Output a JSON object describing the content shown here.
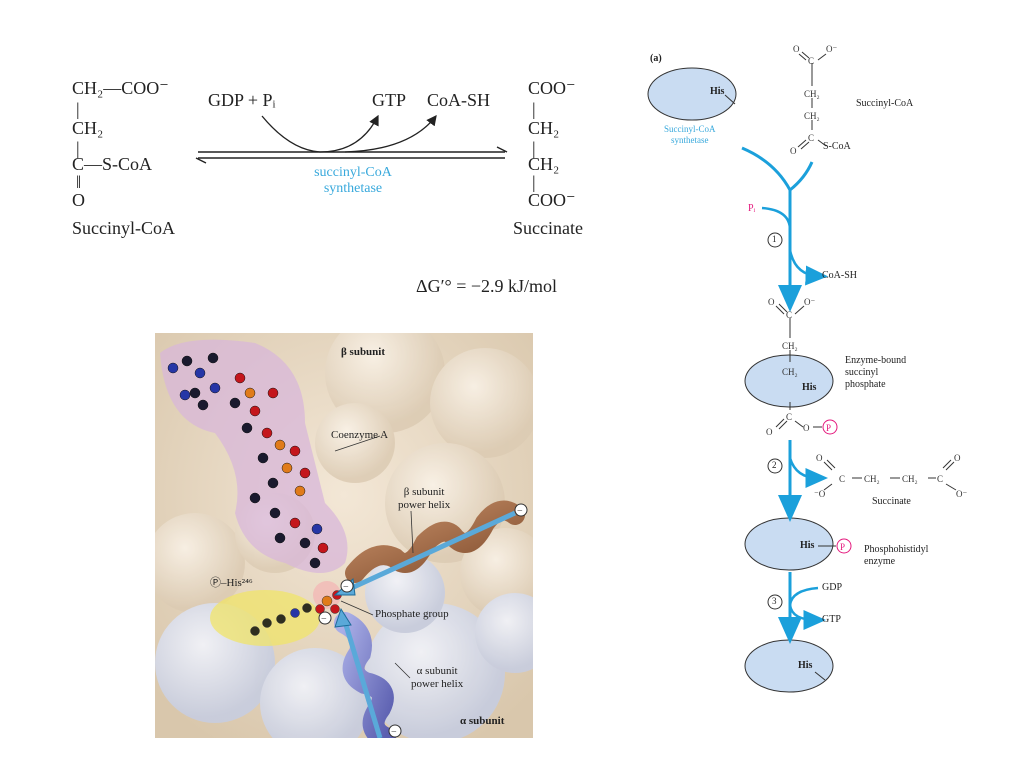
{
  "reaction": {
    "substrate_line1": "CH₂—COO⁻",
    "substrate_line2": "CH₂",
    "substrate_line3": "C—S-CoA",
    "substrate_line4": "O",
    "substrate_name": "Succinyl-CoA",
    "gdp_pi": "GDP + Pᵢ",
    "gtp": "GTP",
    "coash": "CoA-SH",
    "enzyme_line1": "succinyl-CoA",
    "enzyme_line2": "synthetase",
    "product_line1": "COO⁻",
    "product_line2": "CH₂",
    "product_line3": "CH₂",
    "product_line4": "COO⁻",
    "product_name": "Succinate",
    "delta_g": "ΔG′° = −2.9 kJ/mol"
  },
  "structure": {
    "beta_subunit": "β subunit",
    "coenzyme_a": "Coenzyme A",
    "beta_helix_line1": "β subunit",
    "beta_helix_line2": "power helix",
    "phospho_his": "Ⓟ–His²⁴⁶",
    "phosphate_group": "Phosphate group",
    "alpha_helix_line1": "α subunit",
    "alpha_helix_line2": "power helix",
    "alpha_subunit": "α subunit"
  },
  "mechanism": {
    "panel_label": "(a)",
    "his": "His",
    "enzyme_name_line1": "Succinyl-CoA",
    "enzyme_name_line2": "synthetase",
    "succinyl_coa": "Succinyl-CoA",
    "pi": "Pᵢ",
    "step1": "1",
    "coash": "CoA-SH",
    "intermediate_line1": "Enzyme-bound",
    "intermediate_line2": "succinyl",
    "intermediate_line3": "phosphate",
    "step2": "2",
    "succinate": "Succinate",
    "phosphohistidyl_line1": "Phosphohistidyl",
    "phosphohistidyl_line2": "enzyme",
    "step3": "3",
    "gdp": "GDP",
    "gtp": "GTP"
  },
  "colors": {
    "arrow_blue": "#1ba0db",
    "enzyme_fill": "#c9dcf2",
    "phospho_pink": "#e4197d",
    "enzyme_label_blue": "#39a9dc"
  }
}
